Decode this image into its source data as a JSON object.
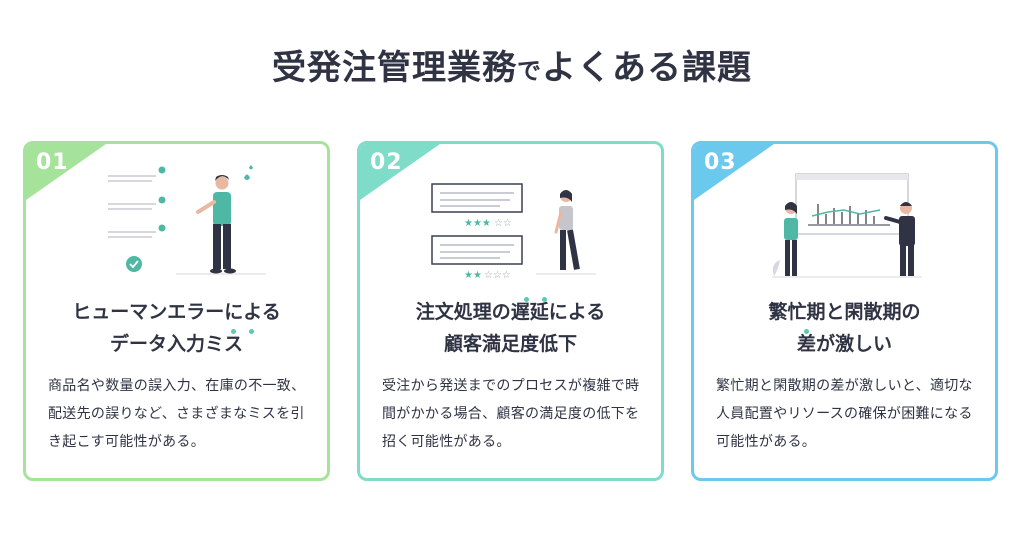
{
  "page": {
    "title_part1": "受発注管理業務",
    "title_part2": "で",
    "title_part3": "よくある課題"
  },
  "cards": [
    {
      "number": "01",
      "heading_line1": "ヒューマンエラーによる",
      "heading_line2": "データ入力ミス",
      "body": "商品名や数量の誤入力、在庫の不一致、配送先の誤りなど、さまざまなミスを引き起こす可能性がある。",
      "accent": "#a6e39a"
    },
    {
      "number": "02",
      "heading_line1": "注文処理の遅延による",
      "heading_line2": "顧客満足度低下",
      "body": "受注から発送までのプロセスが複雑で時間がかかる場合、顧客の満足度の低下を招く可能性がある。",
      "accent": "#7fdcc8"
    },
    {
      "number": "03",
      "heading_line1": "繁忙期と閑散期の",
      "heading_line2": "差が激しい",
      "body": "繁忙期と閑散期の差が激しいと、適切な人員配置やリソースの確保が困難になる可能性がある。",
      "accent": "#6cc9ee"
    }
  ],
  "colors": {
    "text": "#2f3344",
    "teal": "#4fb8a4",
    "dark": "#2f3344",
    "accent_green": "#a6e39a",
    "accent_mint": "#7fdcc8",
    "accent_blue": "#6cc9ee"
  },
  "icons": [
    "checklist-illustration",
    "review-stars-illustration",
    "chart-presentation-illustration"
  ]
}
